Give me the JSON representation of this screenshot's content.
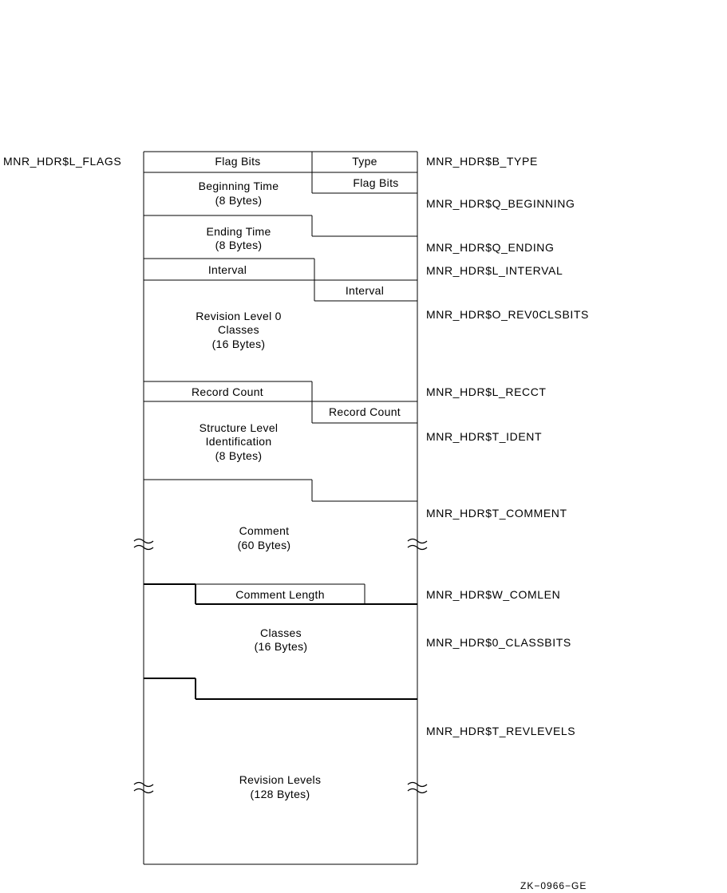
{
  "fields": {
    "flag_bits": "Flag Bits",
    "type": "Type",
    "flag_bits_2": "Flag Bits",
    "beginning_time": [
      "Beginning Time",
      "(8 Bytes)"
    ],
    "ending_time": [
      "Ending Time",
      "(8 Bytes)"
    ],
    "interval": "Interval",
    "interval_2": "Interval",
    "revision_level_0": [
      "Revision Level 0",
      "Classes",
      "(16 Bytes)"
    ],
    "record_count": "Record Count",
    "record_count_2": "Record Count",
    "structure_level": [
      "Structure Level",
      "Identification",
      "(8 Bytes)"
    ],
    "comment": [
      "Comment",
      "(60 Bytes)"
    ],
    "comment_length": "Comment Length",
    "classes": [
      "Classes",
      "(16 Bytes)"
    ],
    "revision_levels": [
      "Revision Levels",
      "(128 Bytes)"
    ]
  },
  "labels": {
    "l_flags": "MNR_HDR$L_FLAGS",
    "b_type": "MNR_HDR$B_TYPE",
    "q_beginning": "MNR_HDR$Q_BEGINNING",
    "q_ending": "MNR_HDR$Q_ENDING",
    "l_interval": "MNR_HDR$L_INTERVAL",
    "o_rev0clsbits": "MNR_HDR$O_REV0CLSBITS",
    "l_recct": "MNR_HDR$L_RECCT",
    "t_ident": "MNR_HDR$T_IDENT",
    "t_comment": "MNR_HDR$T_COMMENT",
    "w_comlen": "MNR_HDR$W_COMLEN",
    "o_classbits": "MNR_HDR$0_CLASSBITS",
    "t_revlevels": "MNR_HDR$T_REVLEVELS"
  },
  "figure_id": "ZK−0966−GE"
}
